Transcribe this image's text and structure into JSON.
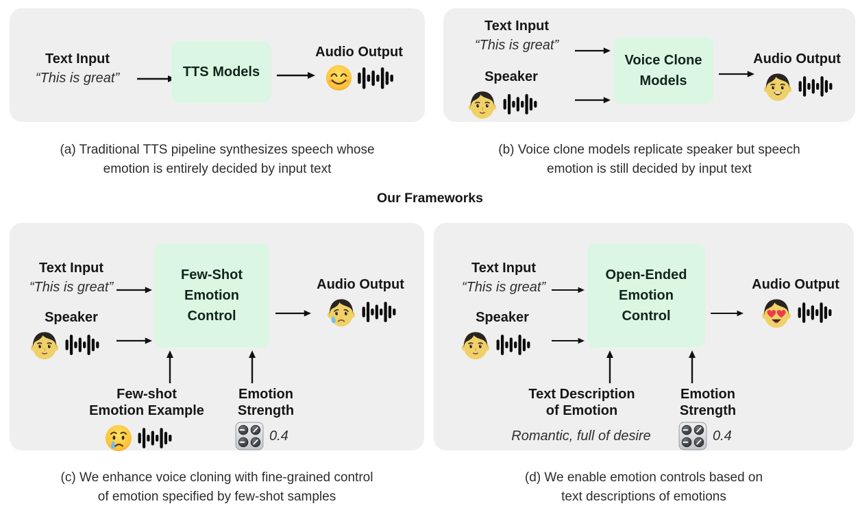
{
  "colors": {
    "panel_background": "#efeff0",
    "model_box_background": "#dbf7e3",
    "arrow": "#111111",
    "tear_blue": "#6ebdf8",
    "heart_red": "#ee3b4b"
  },
  "heading": "Our Frameworks",
  "panel_a": {
    "text_input_label": "Text Input",
    "text_input_quote": "“This is great”",
    "model_name": "TTS Models",
    "audio_output_label": "Audio Output",
    "output_emoji": "smiling-face",
    "caption": [
      "(a) Traditional TTS pipeline synthesizes speech whose",
      "emotion is entirely decided by input text"
    ]
  },
  "panel_b": {
    "text_input_label": "Text Input",
    "text_input_quote": "“This is great”",
    "speaker_label": "Speaker",
    "speaker_emoji": "boy-face-neutral",
    "model_lines": [
      "Voice Clone",
      "Models"
    ],
    "audio_output_label": "Audio Output",
    "output_emoji": "boy-face-happy",
    "caption": [
      "(b) Voice clone models replicate speaker but speech",
      "emotion is still decided by input text"
    ]
  },
  "panel_c": {
    "text_input_label": "Text Input",
    "text_input_quote": "“This is great”",
    "speaker_label": "Speaker",
    "speaker_emoji": "boy-face-neutral",
    "model_lines": [
      "Few-Shot",
      "Emotion",
      "Control"
    ],
    "audio_output_label": "Audio Output",
    "output_emoji": "boy-face-sad-tear",
    "few_shot_label": [
      "Few-shot",
      "Emotion Example"
    ],
    "few_shot_emoji": "crying-face",
    "strength_label": [
      "Emotion",
      "Strength"
    ],
    "strength_icon": "control-knobs",
    "strength_value": "0.4",
    "caption": [
      "(c) We enhance voice cloning with fine-grained control",
      "of emotion specified by few-shot samples"
    ]
  },
  "panel_d": {
    "text_input_label": "Text Input",
    "text_input_quote": "“This is great”",
    "speaker_label": "Speaker",
    "speaker_emoji": "boy-face-neutral",
    "model_lines": [
      "Open-Ended",
      "Emotion",
      "Control"
    ],
    "audio_output_label": "Audio Output",
    "output_emoji": "boy-face-heart-eyes",
    "description_label": [
      "Text Description",
      "of Emotion"
    ],
    "description_value": "Romantic, full of desire",
    "strength_label": [
      "Emotion",
      "Strength"
    ],
    "strength_icon": "control-knobs",
    "strength_value": "0.4",
    "caption": [
      "(d) We enable emotion controls based on",
      "text descriptions of emotions"
    ]
  }
}
